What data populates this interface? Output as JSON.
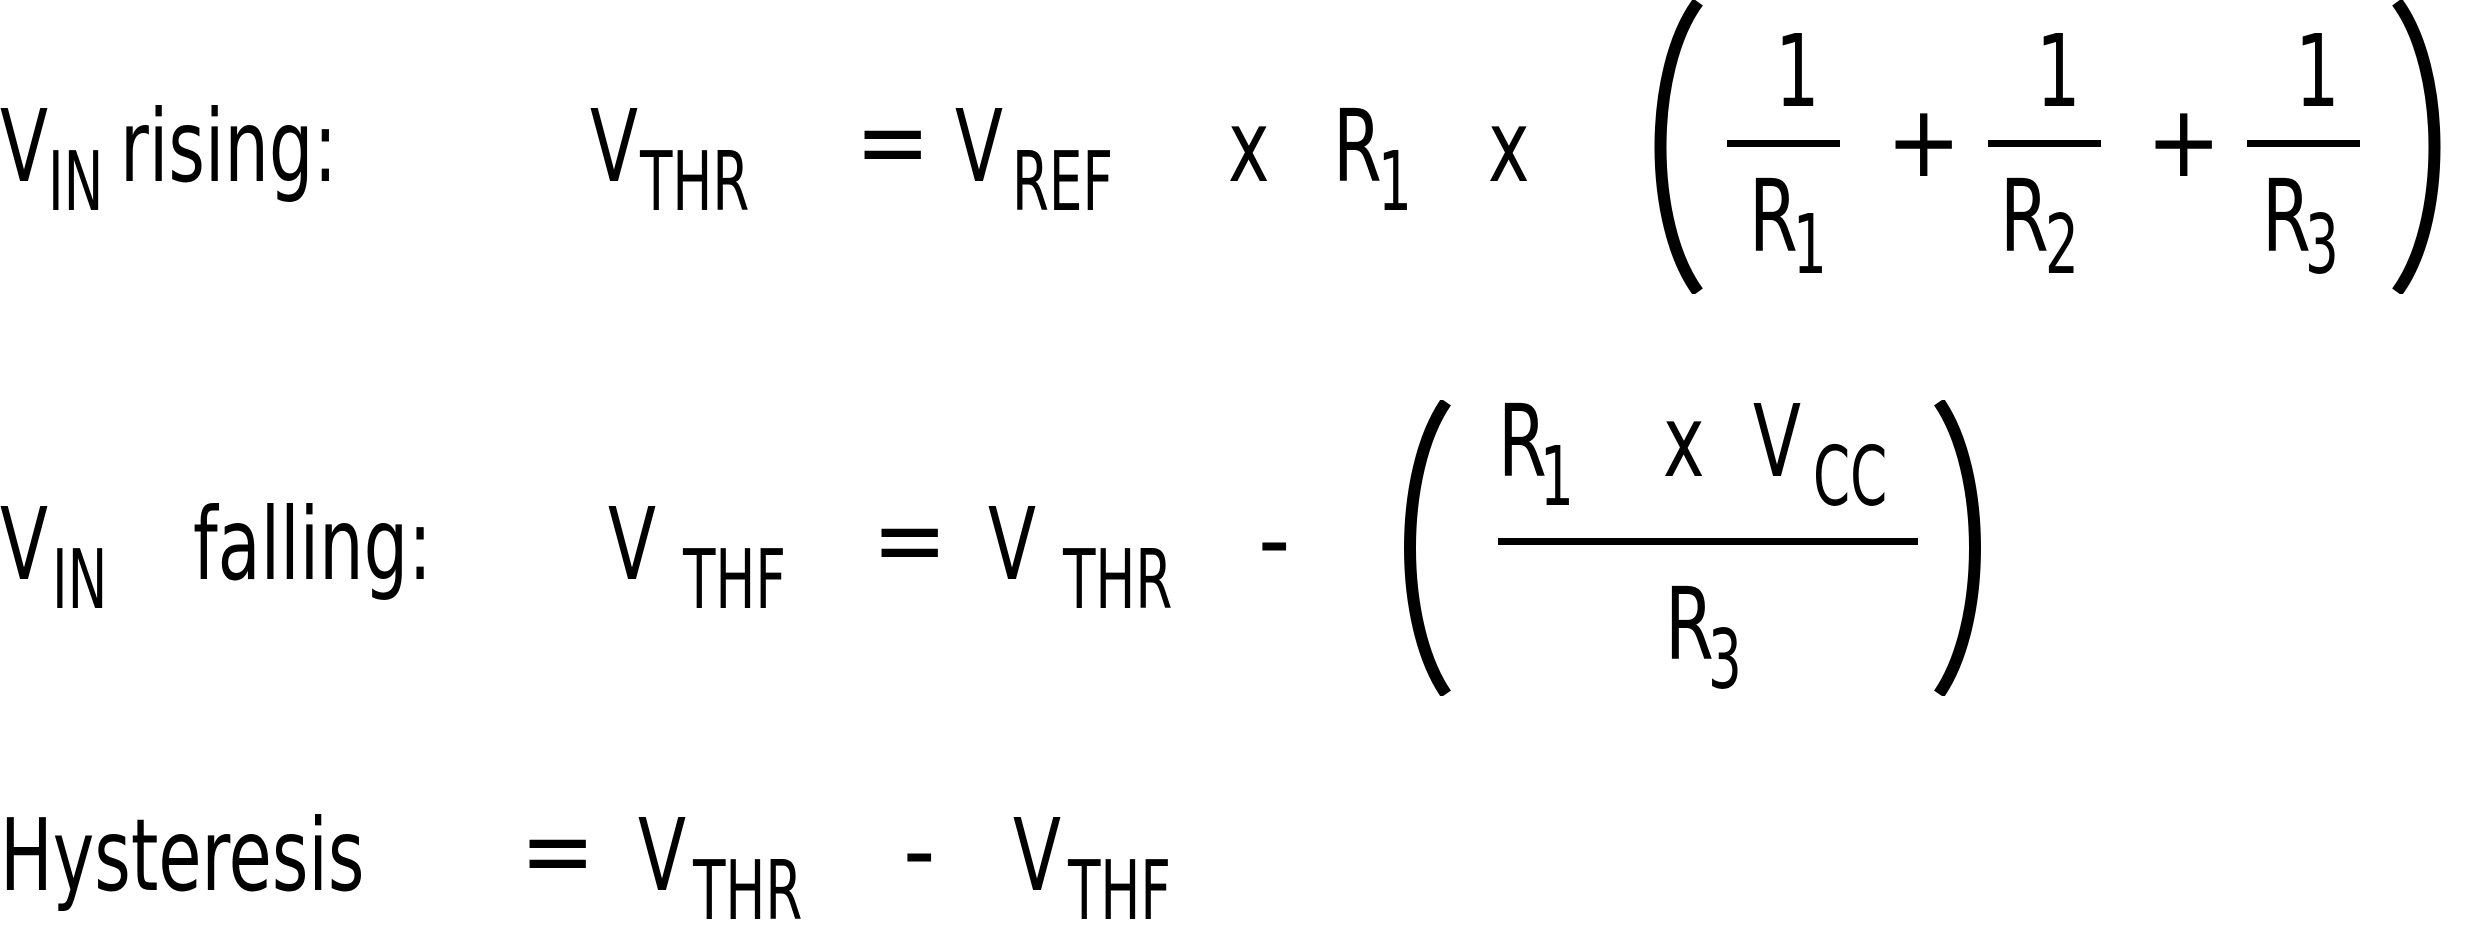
{
  "equations": {
    "rising": {
      "label_var": "V",
      "label_sub": "IN",
      "label_text": "rising:",
      "lhs_var": "V",
      "lhs_sub": "THR",
      "eq": "=",
      "vref_var": "V",
      "vref_sub": "REF",
      "times1": "x",
      "r_var": "R",
      "r_sub": "1",
      "times2": "x",
      "paren_open": "(",
      "paren_close": ")",
      "fractions": [
        {
          "num": "1",
          "den_var": "R",
          "den_sub": "1"
        },
        {
          "num": "1",
          "den_var": "R",
          "den_sub": "2"
        },
        {
          "num": "1",
          "den_var": "R",
          "den_sub": "3"
        }
      ],
      "plus": "+"
    },
    "falling": {
      "label_var": "V",
      "label_sub": "IN",
      "label_text": "falling:",
      "lhs_var": "V",
      "lhs_sub": "THF",
      "eq": "=",
      "rhs_var": "V",
      "rhs_sub": "THR",
      "minus": "-",
      "num_r_var": "R",
      "num_r_sub": "1",
      "num_times": "x",
      "num_v_var": "V",
      "num_v_sub": "CC",
      "den_var": "R",
      "den_sub": "3"
    },
    "hysteresis": {
      "label_text": "Hysteresis",
      "eq": "=",
      "a_var": "V",
      "a_sub": "THR",
      "minus": "-",
      "b_var": "V",
      "b_sub": "THF"
    }
  }
}
